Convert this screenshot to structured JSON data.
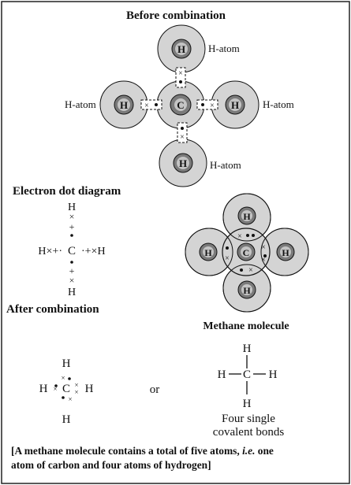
{
  "title_before": "Before combination",
  "atom_h": "H",
  "atom_c": "C",
  "label_h_atom": "H-atom",
  "title_dot_diagram": "Electron dot diagram",
  "dot_diagram": {
    "left_row": "H×+·",
    "center": "C",
    "right_row": "·+×H",
    "top_h": "H",
    "bottom_h": "H",
    "cross": "×",
    "plus": "+",
    "dot": "•"
  },
  "title_after": "After combination",
  "methane_label": "Methane molecule",
  "compact_dot": {
    "h": "H",
    "c": "C"
  },
  "or_label": "or",
  "structural": {
    "h": "H",
    "c": "C",
    "caption_line1": "Four single",
    "caption_line2": "covalent bonds"
  },
  "footer": {
    "line1_a": "[A methane molecule contains a total of five atoms, ",
    "line1_ie": "i.e.",
    "line1_b": " one",
    "line2": "atom of carbon and four atoms of hydrogen]"
  },
  "colors": {
    "shell": "#d4d4d4",
    "nucleus": "#7a7a7a",
    "nucleus_inner": "#bdbdbd",
    "ink": "#111111",
    "frame": "#222222"
  }
}
